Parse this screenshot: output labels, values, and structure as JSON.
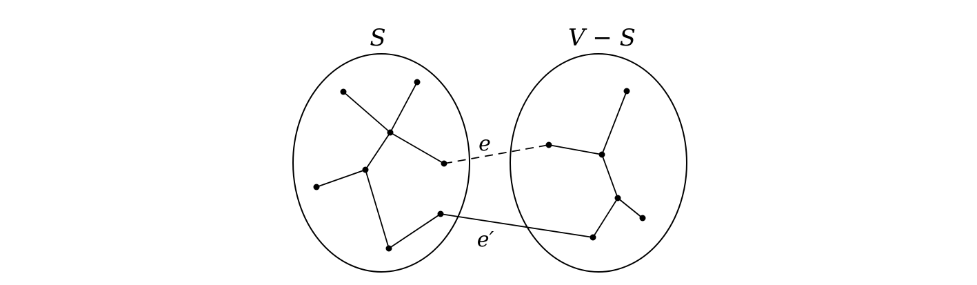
{
  "diagram": {
    "sets": [
      {
        "id": "S",
        "label": "S"
      },
      {
        "id": "VS",
        "label": "V − S"
      }
    ],
    "edge_labels": {
      "e": "e",
      "e_prime": "e′"
    },
    "nodes": [
      {
        "id": "a1",
        "set": "S"
      },
      {
        "id": "a2",
        "set": "S"
      },
      {
        "id": "a3",
        "set": "S"
      },
      {
        "id": "a4",
        "set": "S"
      },
      {
        "id": "a5",
        "set": "S"
      },
      {
        "id": "a6",
        "set": "S"
      },
      {
        "id": "a7",
        "set": "S"
      },
      {
        "id": "a8",
        "set": "S"
      },
      {
        "id": "b1",
        "set": "VS"
      },
      {
        "id": "b2",
        "set": "VS"
      },
      {
        "id": "b3",
        "set": "VS"
      },
      {
        "id": "b4",
        "set": "VS"
      },
      {
        "id": "b5",
        "set": "VS"
      },
      {
        "id": "b6",
        "set": "VS"
      }
    ],
    "edges": [
      {
        "from": "a1",
        "to": "a3",
        "style": "solid"
      },
      {
        "from": "a2",
        "to": "a3",
        "style": "solid"
      },
      {
        "from": "a3",
        "to": "a4",
        "style": "solid"
      },
      {
        "from": "a3",
        "to": "a5",
        "style": "solid"
      },
      {
        "from": "a6",
        "to": "a5",
        "style": "solid"
      },
      {
        "from": "a5",
        "to": "a7",
        "style": "solid"
      },
      {
        "from": "a7",
        "to": "a8",
        "style": "solid"
      },
      {
        "from": "b1",
        "to": "b3",
        "style": "solid"
      },
      {
        "from": "b2",
        "to": "b3",
        "style": "solid"
      },
      {
        "from": "b3",
        "to": "b4",
        "style": "solid"
      },
      {
        "from": "b4",
        "to": "b5",
        "style": "solid"
      },
      {
        "from": "b4",
        "to": "b6",
        "style": "solid"
      },
      {
        "from": "a4",
        "to": "b2",
        "style": "dashed",
        "label": "e"
      },
      {
        "from": "a8",
        "to": "b6",
        "style": "solid",
        "label": "e_prime"
      }
    ]
  }
}
